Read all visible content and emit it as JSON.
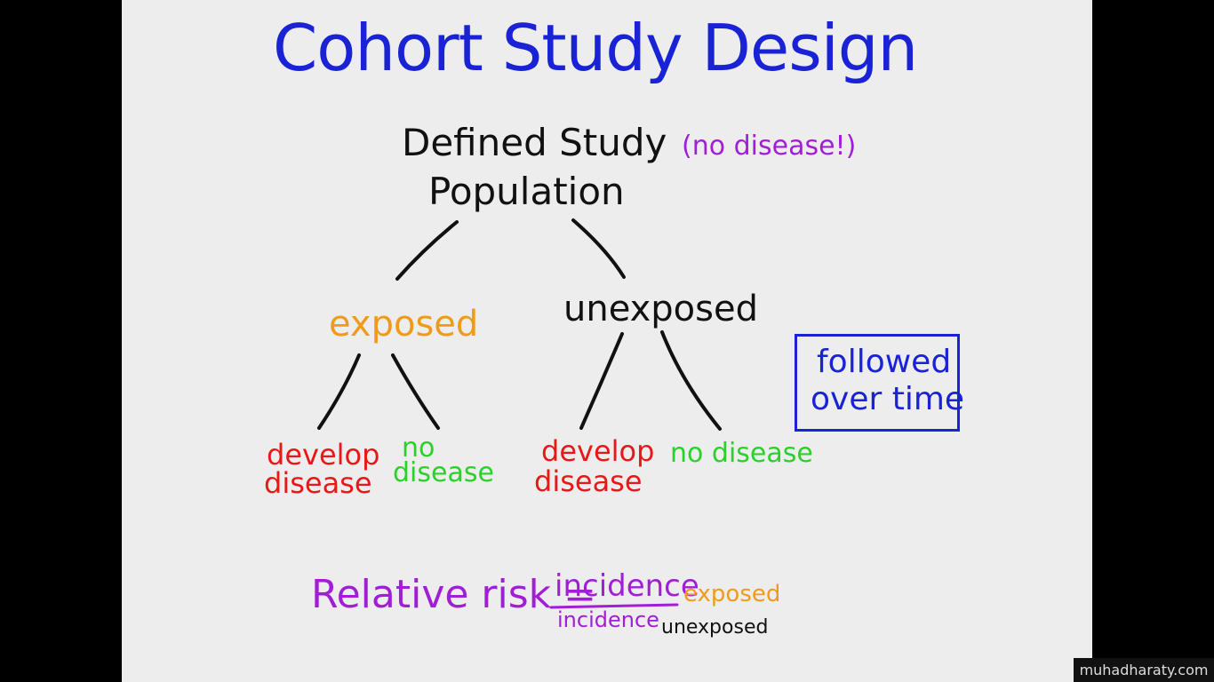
{
  "diagram": {
    "title": "Cohort Study Design",
    "root_line1": "Defined Study",
    "root_line2": "Population",
    "root_note": "(no disease!)",
    "branch_exposed": "exposed",
    "branch_unexposed": "unexposed",
    "exposed_develop_line1": "develop",
    "exposed_develop_line2": "disease",
    "exposed_no_line1": "no",
    "exposed_no_line2": "disease",
    "unexposed_develop_line1": "develop",
    "unexposed_develop_line2": "disease",
    "unexposed_no": "no disease",
    "followed_line1": "followed",
    "followed_line2": "over time",
    "formula_label": "Relative risk =",
    "formula_numerator": "incidence",
    "formula_numerator_sub": "exposed",
    "formula_denominator": "incidence",
    "formula_denominator_sub": "unexposed"
  },
  "colors": {
    "blue": "#1a22d6",
    "purple": "#a21ed6",
    "orange": "#f09a1c",
    "red": "#e81818",
    "green": "#2ad12a",
    "black": "#111111"
  },
  "watermark": "muhadharaty.com"
}
